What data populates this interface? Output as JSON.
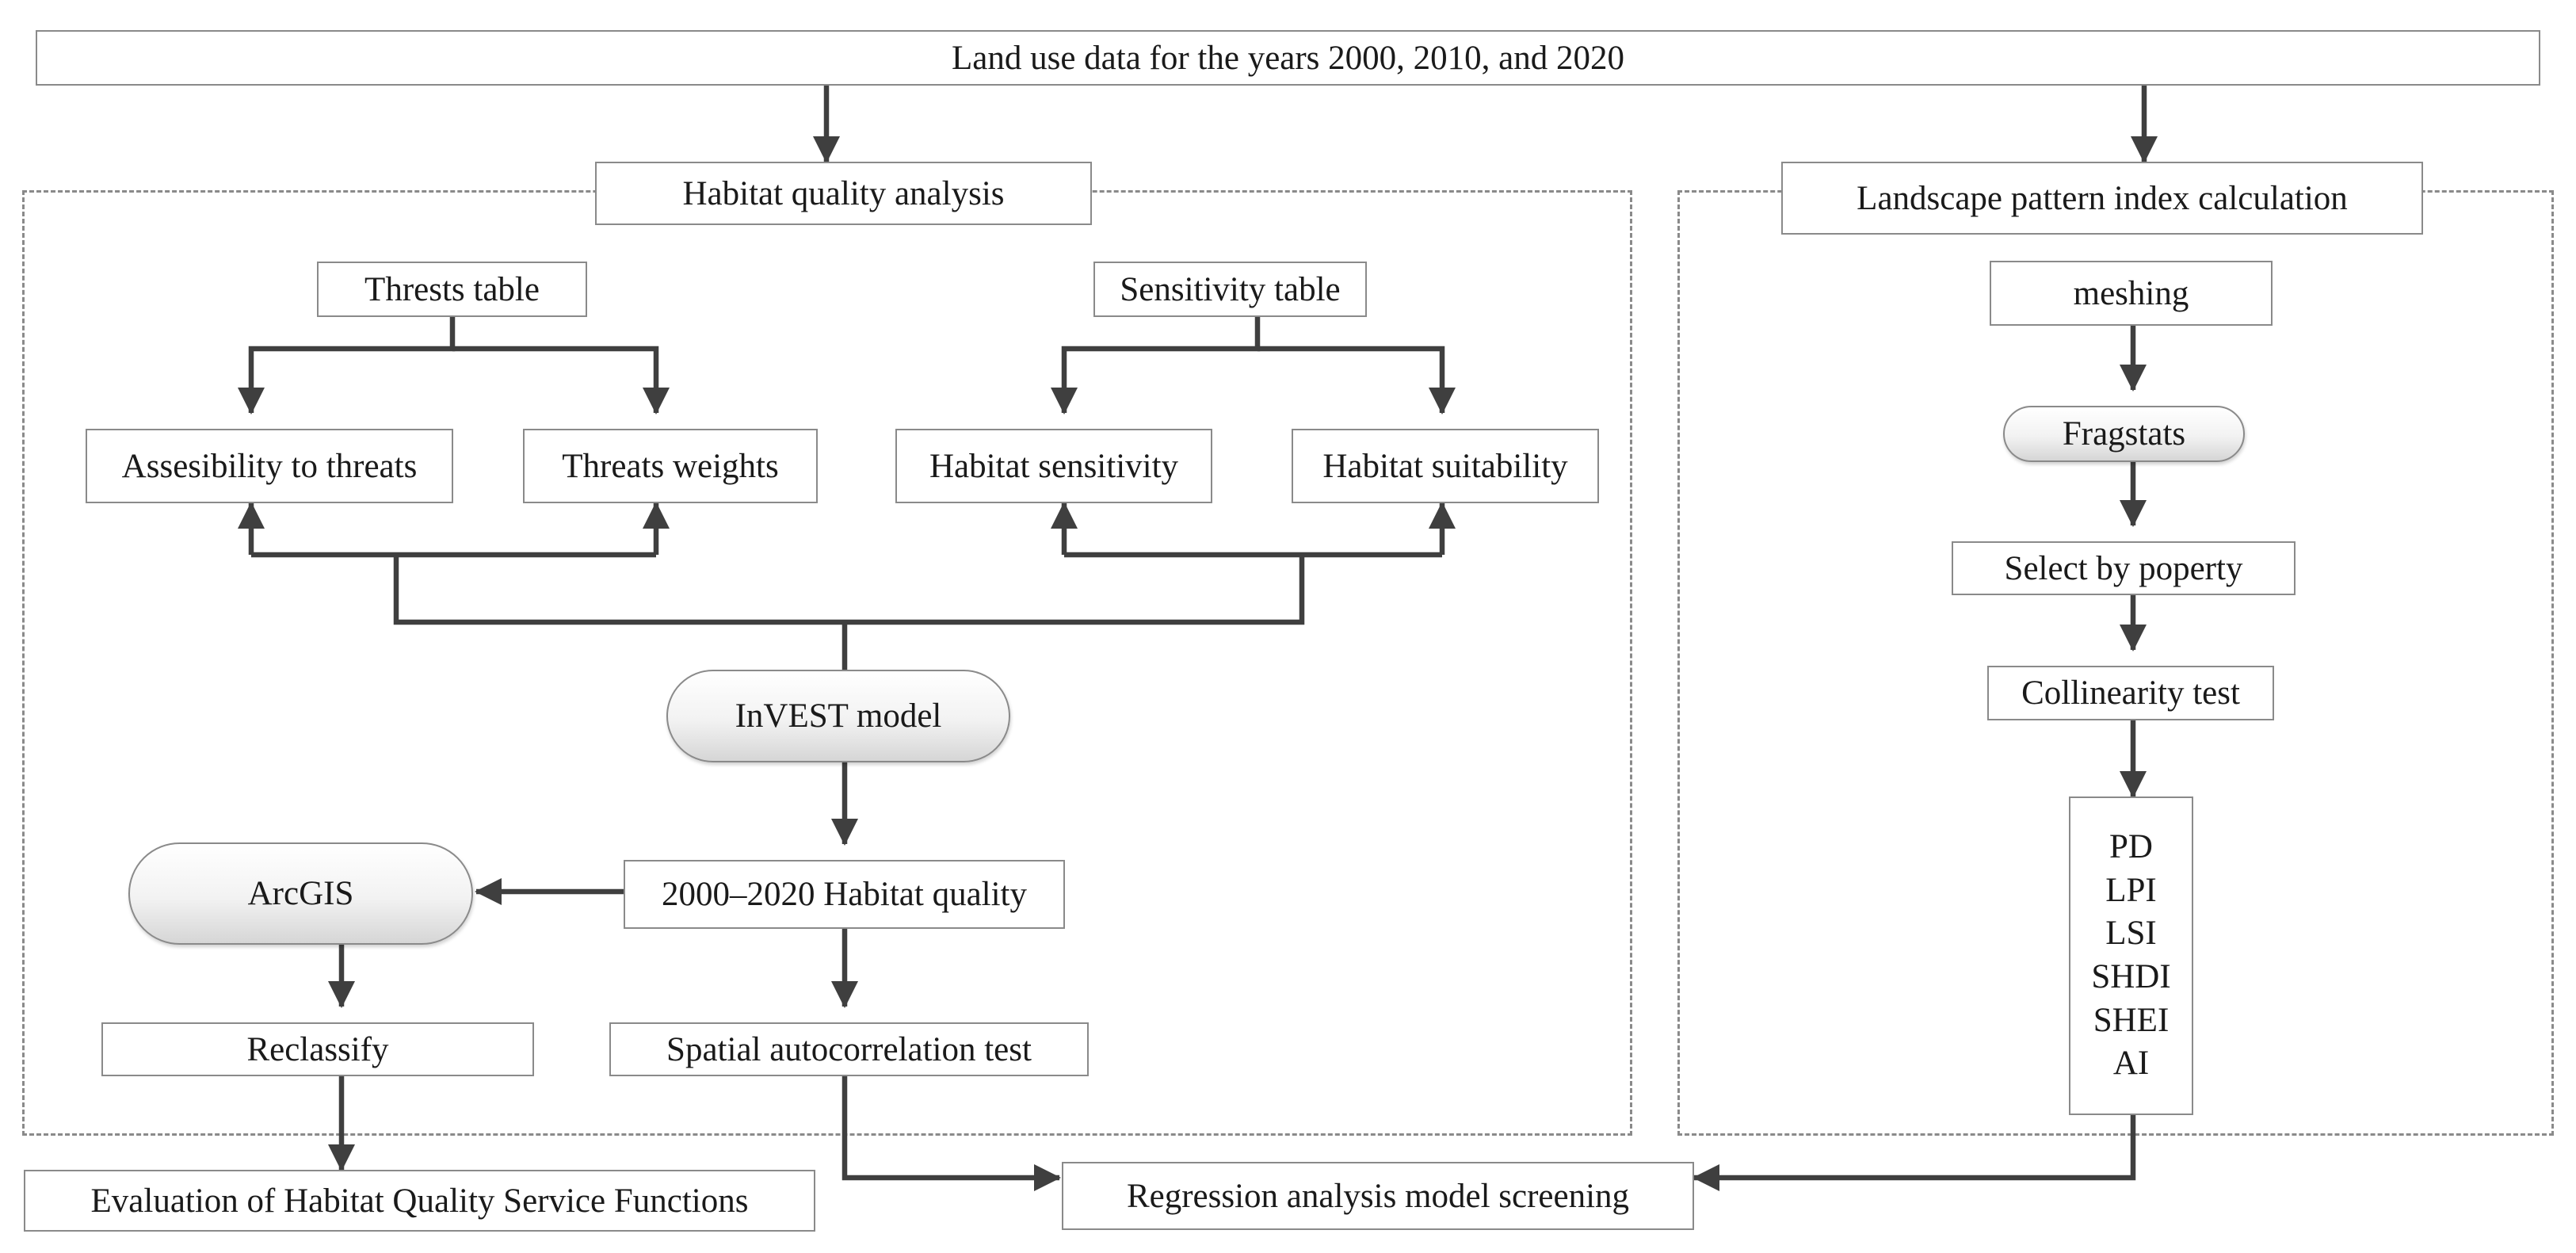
{
  "diagram": {
    "source": "Land use data for the years 2000, 2010, and 2020",
    "left_panel": {
      "title": "Habitat quality analysis",
      "threats_table": "Thrests table",
      "assesibility": "Assesibility to threats",
      "threats_weights": "Threats weights",
      "sensitivity_table": "Sensitivity table",
      "habitat_sensitivity": "Habitat sensitivity",
      "habitat_suitability": "Habitat suitability",
      "invest": "InVEST model",
      "habitat_quality": "2000–2020 Habitat quality",
      "arcgis": "ArcGIS",
      "reclassify": "Reclassify",
      "spatial_test": "Spatial autocorrelation test"
    },
    "right_panel": {
      "title": "Landscape pattern index calculation",
      "meshing": "meshing",
      "fragstats": "Fragstats",
      "select": "Select by poperty",
      "collinearity": "Collinearity test",
      "indices": [
        "PD",
        "LPI",
        "LSI",
        "SHDI",
        "SHEI",
        "AI"
      ]
    },
    "evaluation": "Evaluation of Habitat Quality Service Functions",
    "regression": "Regression analysis model screening"
  },
  "colors": {
    "line": "#3f3f3f",
    "border": "#8a8a8a",
    "dash": "#8a8a8a"
  }
}
